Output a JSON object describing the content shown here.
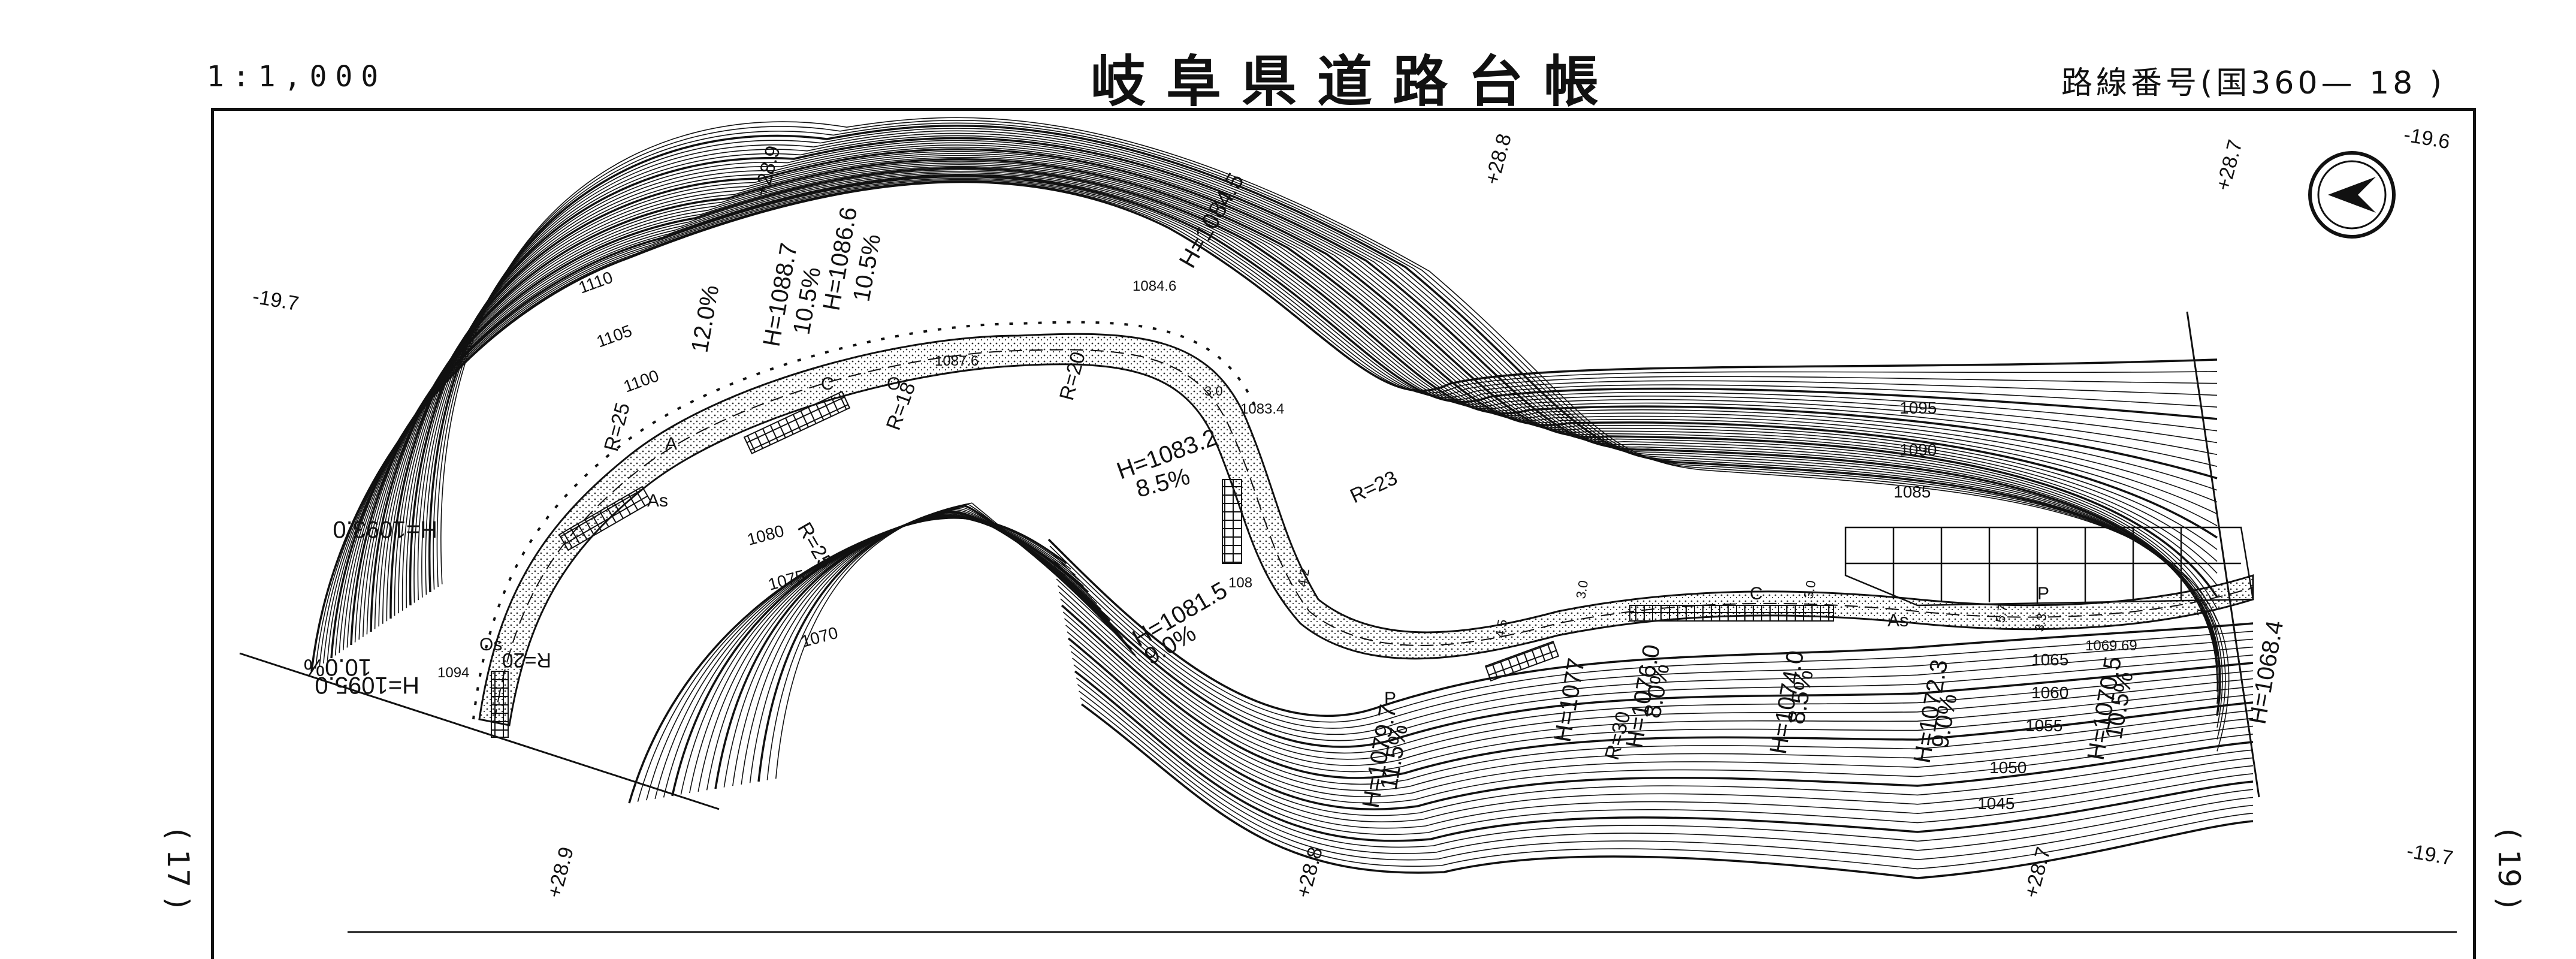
{
  "header": {
    "scale": "1:1,000",
    "title": "岐阜県道路台帳",
    "route_number": "路線番号(国360— 18 )"
  },
  "sheet_refs": {
    "left": "(  17 )",
    "right": "(  19 )"
  },
  "map": {
    "north_arrow_icon": "north-arrow-icon",
    "colors": {
      "line": "#111111",
      "background": "#ffffff",
      "pavement_dots": "#333333"
    },
    "chainages": [
      "+28.9",
      "+28.8",
      "+28.7",
      "+28.7",
      "+28.8",
      "+28.9",
      "-19.7",
      "-19.6",
      "-19.7"
    ],
    "contours": [
      "1110",
      "1105",
      "1100",
      "1095",
      "1090",
      "1085",
      "1080",
      "1075",
      "1070",
      "1065",
      "1060",
      "1055",
      "1050",
      "1045"
    ],
    "elevations": [
      "H=1095.0",
      "H=1093.0",
      "H=1088.7",
      "H=1086.6",
      "H=1084.5",
      "H=1083.2",
      "H=1081.5",
      "H=1079.7",
      "H=1077",
      "H=1076.0",
      "H=1074.0",
      "H=1072.3",
      "H=1070.5",
      "H=1068.4"
    ],
    "grades": [
      "10.0%",
      "12.0%",
      "10.5%",
      "10.5%",
      "8.5%",
      "9.0%",
      "11.5%",
      "8.0%",
      "8.5%",
      "9.0%",
      "10.5%"
    ],
    "radii": [
      "R=25",
      "R=18",
      "R=20",
      "R=23",
      "R=20",
      "R=25",
      "R=30"
    ],
    "spot_heights": [
      "1084.6",
      "1087.6",
      "1094",
      "1069.69",
      "1083.4",
      "108"
    ],
    "widths": [
      "3.0",
      "3.0",
      "3.0",
      "4.5",
      "4.2",
      "5.7",
      "3.3",
      "2.8"
    ],
    "misc": [
      "As",
      "As",
      "C",
      "C",
      "A",
      "P",
      "P",
      "O",
      "Os"
    ]
  }
}
